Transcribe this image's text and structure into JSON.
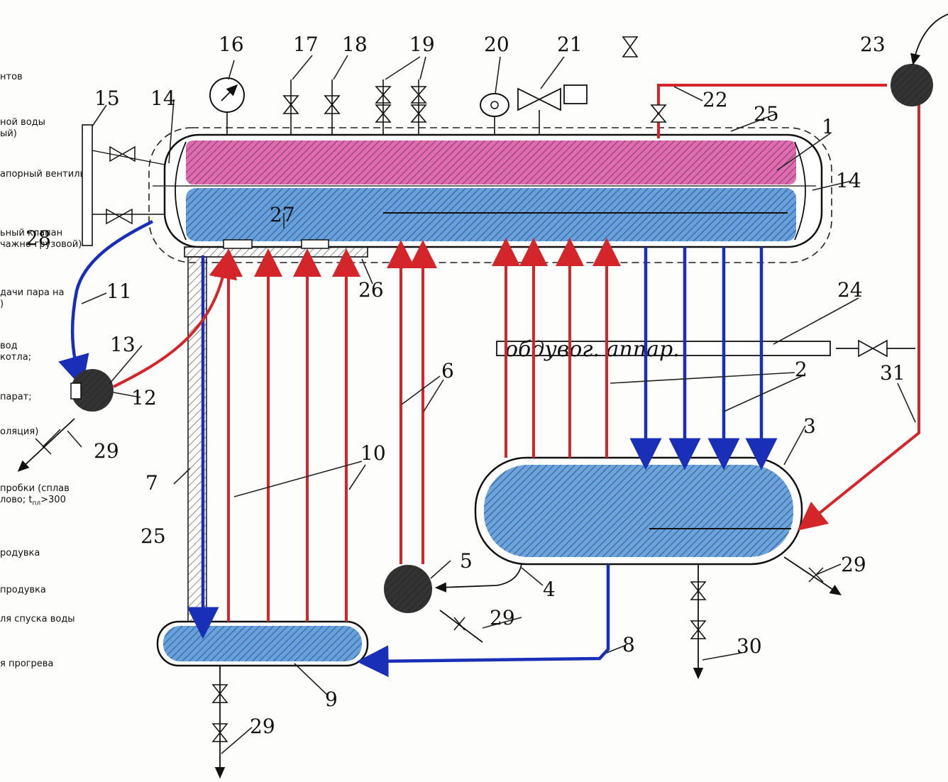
{
  "legend": {
    "l1": "нтов",
    "l2a": "ной воды",
    "l2b": "ый)",
    "l3": "апорный вентиль",
    "l4a": "ьный клапан",
    "l4b": "чажно-грузовой)",
    "l5a": "дачи пара на",
    "l5b": ")",
    "l6a": "вод",
    "l6b": "котла;",
    "l7": "парат;",
    "l8": "оляция)",
    "l9a": "пробки (сплав",
    "l9b_pre": "лово; t",
    "l9b_sub": "пл",
    "l9b_post": ">300",
    "l10": "родувка",
    "l11": " продувка",
    "l12": "ля спуска воды",
    "l13": "я прогрева"
  },
  "labels": {
    "n1": "1",
    "n2": "2",
    "n3": "3",
    "n4": "4",
    "n5": "5",
    "n6": "6",
    "n7": "7",
    "n8": "8",
    "n9": "9",
    "n10": "10",
    "n11": "11",
    "n12": "12",
    "n13": "13",
    "n14a": "14",
    "n14b": "14",
    "n15": "15",
    "n16": "16",
    "n17": "17",
    "n18": "18",
    "n19": "19",
    "n20": "20",
    "n21": "21",
    "n22": "22",
    "n23": "23",
    "n24": "24",
    "n25a": "25",
    "n25b": "25",
    "n26": "26",
    "n27": "27",
    "n28": "28",
    "n29a": "29",
    "n29b": "29",
    "n29c": "29",
    "n29d": "29",
    "n30": "30",
    "n31": "31",
    "heater_text": "обдувог. аппар."
  },
  "colors": {
    "steam": "#d4252a",
    "water": "#1a2fb8",
    "steam_space": "#d63a95",
    "water_space": "#3f8ad8"
  }
}
